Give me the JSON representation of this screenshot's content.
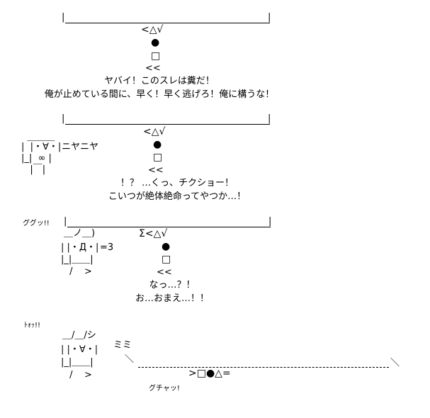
{
  "panel1": {
    "bar_left": "|",
    "bar_right": "|",
    "symbols": "<△√",
    "ball": "●",
    "box": "□",
    "arrows": "<<",
    "speech_line1": "ヤバイ！このスレは糞だ！",
    "speech_line2": "俺が止めている間に、早く！早く逃げろ！俺に構うな！"
  },
  "panel2": {
    "bar_left": "|",
    "bar_right": "|",
    "symbols": "<△√",
    "ball": "●",
    "box": "□",
    "arrows": "<<",
    "face_top": "  ＿＿＿",
    "face_row1": "|  |・∀・|",
    "face_row2": "|_|  ∞ |",
    "face_row3": "   |￣|",
    "face_sfx": "ニヤニヤ",
    "speech_line1": "！？ …くっ、チクショー！",
    "speech_line2": "こいつが絶体絶命ってやつか…！"
  },
  "panel3": {
    "sfx": "ググッ!!",
    "bar_left": "|",
    "bar_right": "|",
    "symbols": "Σ<△√",
    "ball": "●",
    "box": "□",
    "arrows": "<<",
    "face_top": "＿ノ＿)",
    "face_row1": "| |・Д・|",
    "face_row1_sfx": "=3",
    "face_row2": "|_|＿＿|",
    "face_row3": " /    >",
    "speech_line1": "なっ…？！",
    "speech_line2": "お…おまえ…！！"
  },
  "panel4": {
    "sfx": "ﾄｫｯ!!",
    "face_top": "＿/＿/シ",
    "face_row1": "| |・∀・|",
    "face_row2": "|_|＿＿|",
    "face_row3": " /    >",
    "mimi": "ミミ",
    "slash_left": "＼",
    "slash_right": "＼",
    "crash": ">□●△=",
    "crash_sfx": "グチャッ!"
  }
}
